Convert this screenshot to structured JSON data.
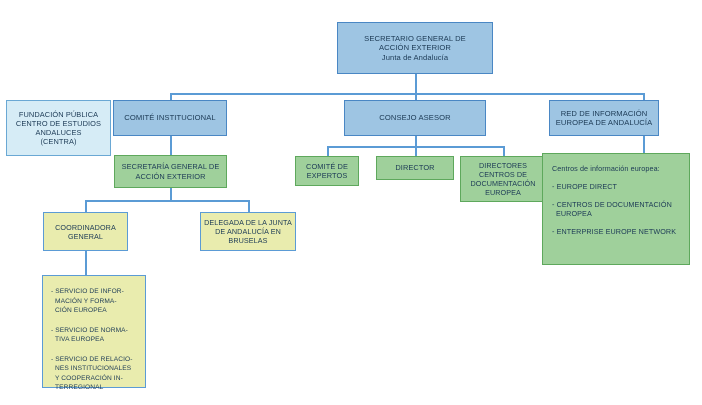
{
  "diagram": {
    "title": "Organigrama Secretaría General de Acción Exterior",
    "colors": {
      "blue_fill": "#9ec5e3",
      "blue_pale_fill": "#d6ecf6",
      "green_fill": "#9fd09b",
      "yellow_fill": "#e9ecae",
      "blue_border": "#4a87c4",
      "green_border": "#5ea85c",
      "yellow_border": "#5b9bd5",
      "connector": "#5b9bd5",
      "text": "#1d3b56"
    }
  },
  "nodes": {
    "secretario_general": {
      "line1": "SECRETARIO GENERAL DE",
      "line2": "ACCIÓN EXTERIOR",
      "line3": "Junta de Andalucía"
    },
    "centra": {
      "line1": "FUNDACIÓN PÚBLICA",
      "line2": "CENTRO DE ESTUDIOS",
      "line3": "ANDALUCES",
      "line4": "(CENTRA)"
    },
    "comite_institucional": {
      "line1": "COMITÉ INSTITUCIONAL"
    },
    "consejo_asesor": {
      "line1": "CONSEJO ASESOR"
    },
    "red_informacion": {
      "line1": "RED DE INFORMACIÓN",
      "line2": "EUROPEA DE ANDALUCÍA"
    },
    "secretaria_general": {
      "line1": "SECRETARÍA GENERAL DE",
      "line2": "ACCIÓN EXTERIOR"
    },
    "comite_expertos": {
      "line1": "COMITÉ DE",
      "line2": "EXPERTOS"
    },
    "director": {
      "line1": "DIRECTOR"
    },
    "directores_cde": {
      "line1": "DIRECTORES",
      "line2": "CENTROS DE",
      "line3": "DOCUMENTACIÓN",
      "line4": "EUROPEA"
    },
    "centros_info": {
      "heading": "Centros de información europea:",
      "item1": "- EUROPE DIRECT",
      "item2_l1": "- CENTROS DE DOCUMENTACIÓN",
      "item2_l2": "EUROPEA",
      "item3": "- ENTERPRISE EUROPE NETWORK"
    },
    "coordinadora_general": {
      "line1": "COORDINADORA",
      "line2": "GENERAL"
    },
    "delegada_bruselas": {
      "line1": "DELEGADA DE LA JUNTA",
      "line2": "DE ANDALUCÍA EN",
      "line3": "BRUSELAS"
    },
    "servicios": {
      "s1_l1": "- SERVICIO DE INFOR-",
      "s1_l2": "MACIÓN Y FORMA-",
      "s1_l3": "CIÓN EUROPEA",
      "s2_l1": "- SERVICIO DE NORMA-",
      "s2_l2": "TIVA EUROPEA",
      "s3_l1": "- SERVICIO DE RELACIO-",
      "s3_l2": "NES INSTITUCIONALES",
      "s3_l3": "Y COOPERACIÓN IN-",
      "s3_l4": "TERREGIONAL"
    }
  }
}
